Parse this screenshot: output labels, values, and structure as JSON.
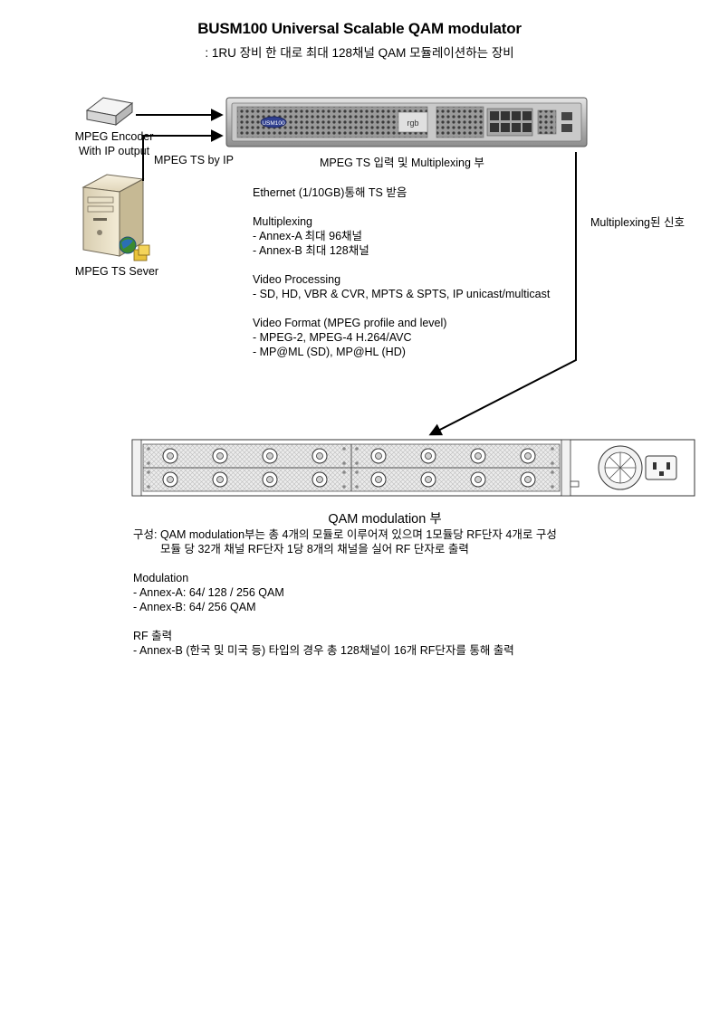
{
  "header": {
    "title": "BUSM100 Universal Scalable QAM modulator",
    "subtitle": ": 1RU 장비 한 대로 최대 128채널 QAM 모듈레이션하는 장비"
  },
  "nodes": {
    "encoder_label_1": "MPEG Encoder",
    "encoder_label_2": "With IP output",
    "server_label": "MPEG TS Sever",
    "ts_by_ip": "MPEG TS by IP",
    "front_label": "MPEG TS 입력 및 Multiplexing 부",
    "multiplexed_signal": "Multiplexing된 신호",
    "qam_label": "QAM modulation 부",
    "front_badge": "USM100",
    "front_logo": "rgb"
  },
  "specs": {
    "ethernet": "Ethernet (1/10GB)통해 TS 받음",
    "multiplexing_title": "Multiplexing",
    "multiplexing_a": "- Annex-A 최대 96채널",
    "multiplexing_b": "- Annex-B 최대 128채널",
    "video_processing_title": "Video Processing",
    "video_processing_1": "- SD, HD, VBR & CVR, MPTS & SPTS, IP unicast/multicast",
    "video_format_title": "Video Format (MPEG profile and level)",
    "video_format_1": "- MPEG-2, MPEG-4 H.264/AVC",
    "video_format_2": "- MP@ML (SD), MP@HL (HD)"
  },
  "bottom": {
    "config_1": "구성: QAM modulation부는 총 4개의 모듈로 이루어져 있으며 1모듈당 RF단자 4개로 구성",
    "config_2": "모듈 당 32개 채널 RF단자 1당 8개의 채널을 실어 RF 단자로 출력",
    "modulation_title": "Modulation",
    "modulation_a": "- Annex-A: 64/ 128 / 256 QAM",
    "modulation_b": "- Annex-B: 64/ 256 QAM",
    "rf_title": "RF 출력",
    "rf_1": "- Annex-B (한국 및 미국 등) 타입의 경우 총 128채널이 16개 RF단자를 통해 출력"
  }
}
